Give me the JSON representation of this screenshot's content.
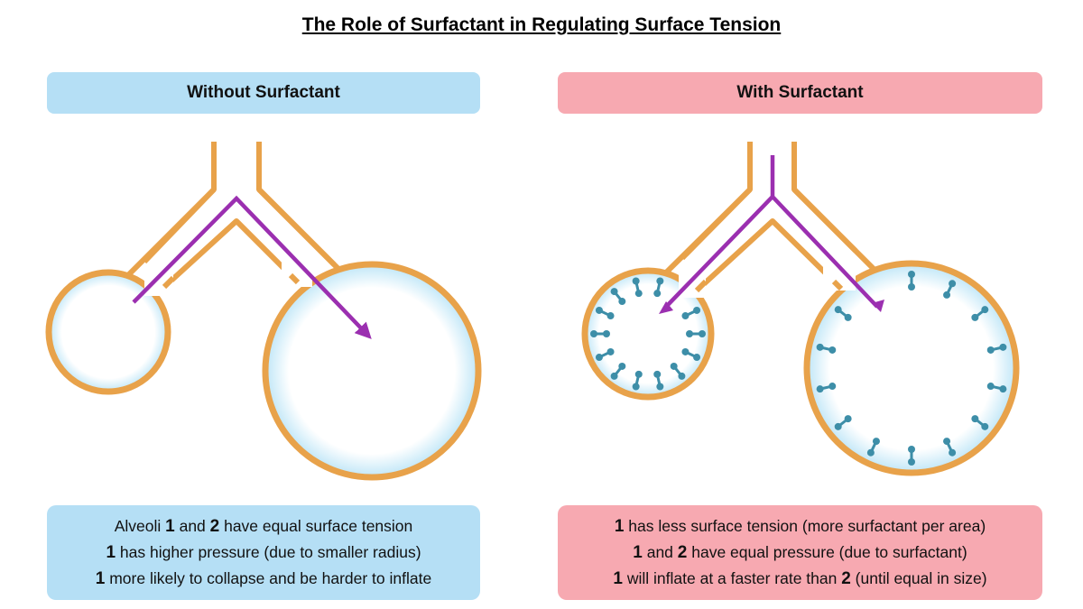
{
  "title": "The Role of Surfactant in Regulating Surface Tension",
  "panels": {
    "left": {
      "header": "Without Surfactant",
      "lines": [
        {
          "pre": "Alveoli ",
          "b1": "1",
          "mid": " and ",
          "b2": "2",
          "post": " have equal surface tension"
        },
        {
          "pre": "",
          "b1": "1",
          "mid": " has higher pressure (due to smaller radius)",
          "b2": "",
          "post": ""
        },
        {
          "pre": "",
          "b1": "1",
          "mid": " more likely to collapse and be harder to inflate",
          "b2": "",
          "post": ""
        }
      ]
    },
    "right": {
      "header": "With Surfactant",
      "lines": [
        {
          "pre": "",
          "b1": "1",
          "mid": " has less surface tension (more surfactant per area)",
          "b2": "",
          "post": ""
        },
        {
          "pre": "",
          "b1": "1",
          "mid": " and ",
          "b2": "2",
          "post": " have equal pressure (due to surfactant)"
        },
        {
          "pre": "",
          "b1": "1",
          "mid": " will inflate at a faster rate than ",
          "b2": "2",
          "post": " (until equal in size)"
        }
      ]
    }
  },
  "colors": {
    "wall": "#e8a24a",
    "lining": "#bfe6f7",
    "arrow": "#9b2fb0",
    "surfactant": "#3d8ea8",
    "left_panel": "#b5dff5",
    "right_panel": "#f7a9b1"
  }
}
